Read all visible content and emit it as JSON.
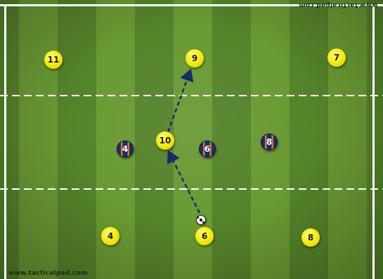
{
  "watermark_top": "www.tacticalpad.com",
  "watermark_bottom": "www.tacticalpad.com",
  "colors": {
    "grass_light": "#6a9a33",
    "grass_dark": "#55832a",
    "team_yellow": "#f7ec13",
    "team_blue": "#1c2a73",
    "team_blue_stripe": "#e37a14",
    "pass_arrow": "#1a2a6e"
  },
  "yellow_team": {
    "p11": "11",
    "p9": "9",
    "p7": "7",
    "p10": "10",
    "p4": "4",
    "p6": "6",
    "p8": "8"
  },
  "blue_team": {
    "p4": "4",
    "p6": "6",
    "p8": "8"
  },
  "ball_icon": "soccer-ball-icon"
}
